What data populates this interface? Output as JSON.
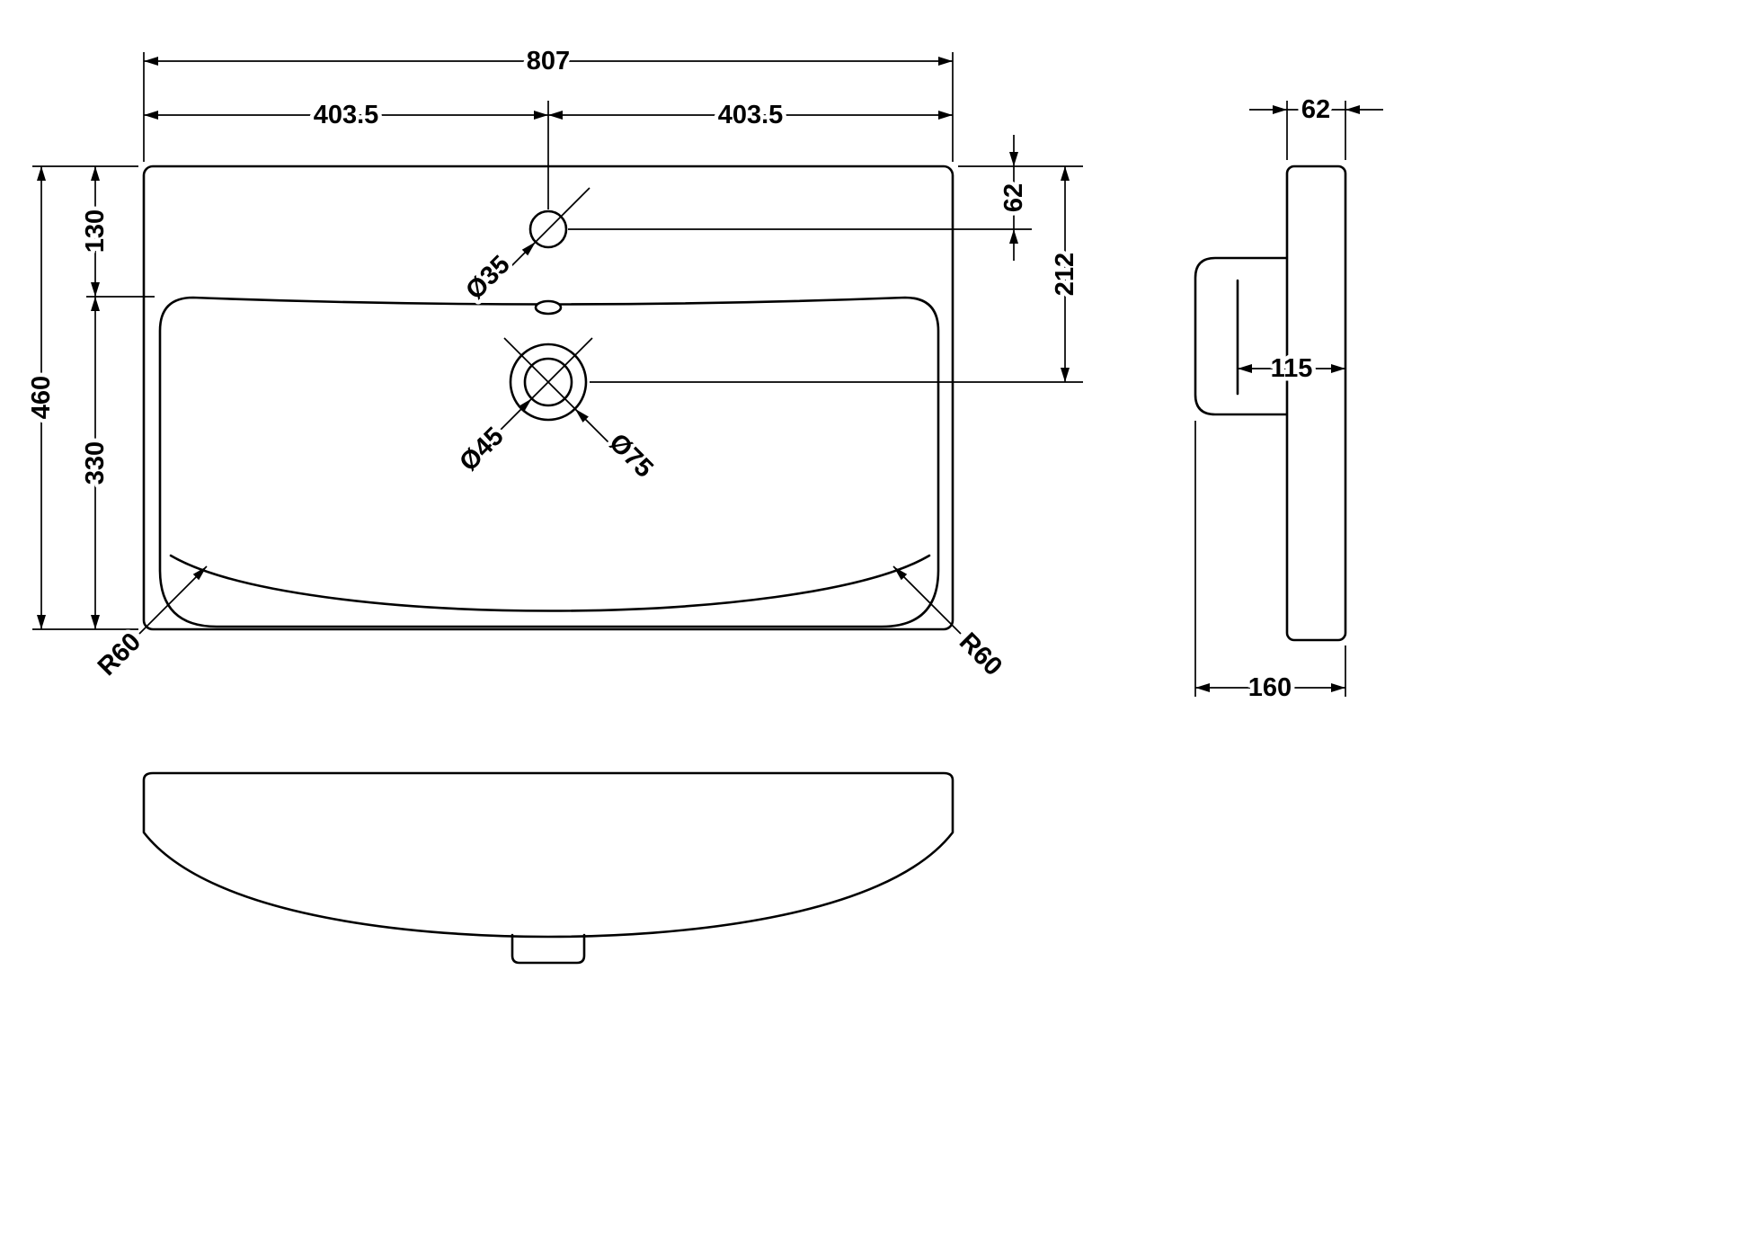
{
  "page": {
    "background_color": "#ffffff",
    "line_color": "#000000",
    "units": "mm"
  },
  "plan_view": {
    "width_total": "807",
    "width_left": "403.5",
    "width_right": "403.5",
    "depth_total": "460",
    "depth_back": "130",
    "depth_bowl": "330",
    "tap_hole_offset": "62",
    "waste_offset": "212",
    "tap_hole_diameter": "Ø35",
    "waste_diameter": "Ø45",
    "overflow_diameter": "Ø75",
    "corner_radius_left": "R60",
    "corner_radius_right": "R60"
  },
  "side_view": {
    "top_thickness": "62",
    "bowl_depth": "115",
    "overall_height": "160"
  }
}
